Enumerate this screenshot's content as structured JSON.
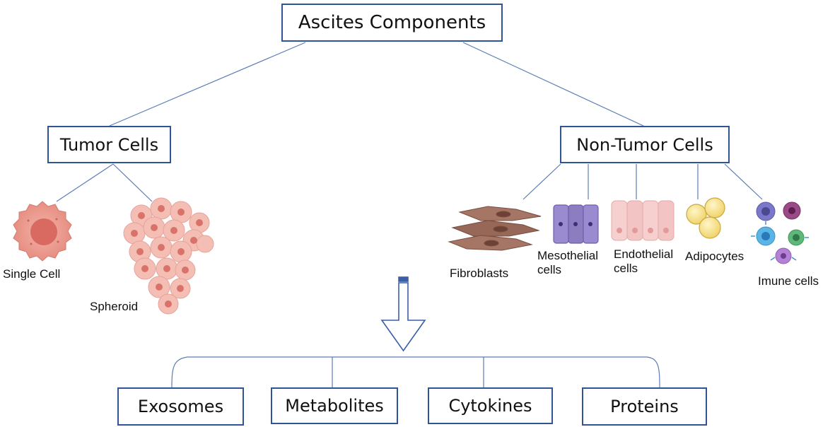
{
  "title": "Ascites Components",
  "branches": {
    "tumor": {
      "label": "Tumor Cells",
      "items": [
        "Single Cell",
        "Spheroid"
      ]
    },
    "non_tumor": {
      "label": "Non-Tumor Cells",
      "items": {
        "fibroblasts": "Fibroblasts",
        "mesothelial": [
          "Mesothelial",
          "cells"
        ],
        "endothelial": [
          "Endothelial",
          "cells"
        ],
        "adipocytes": "Adipocytes",
        "immune": "Imune cells"
      }
    }
  },
  "secreted": [
    "Exosomes",
    "Metabolites",
    "Cytokines",
    "Proteins"
  ],
  "colors": {
    "box_border": "#2f5597",
    "connector": "#5b7db5",
    "tumor_cell": "#e8958a",
    "fibroblast": "#9a6a5a",
    "mesothelial": "#8c7cc0",
    "endothelial": "#f2c4c4",
    "adipocyte": "#f6e08a"
  },
  "icons": [
    "tumor-single-cell-icon",
    "spheroid-cluster-icon",
    "fibroblast-icon",
    "mesothelial-cells-icon",
    "endothelial-cells-icon",
    "adipocytes-icon",
    "immune-cells-icon",
    "down-arrow-icon"
  ]
}
